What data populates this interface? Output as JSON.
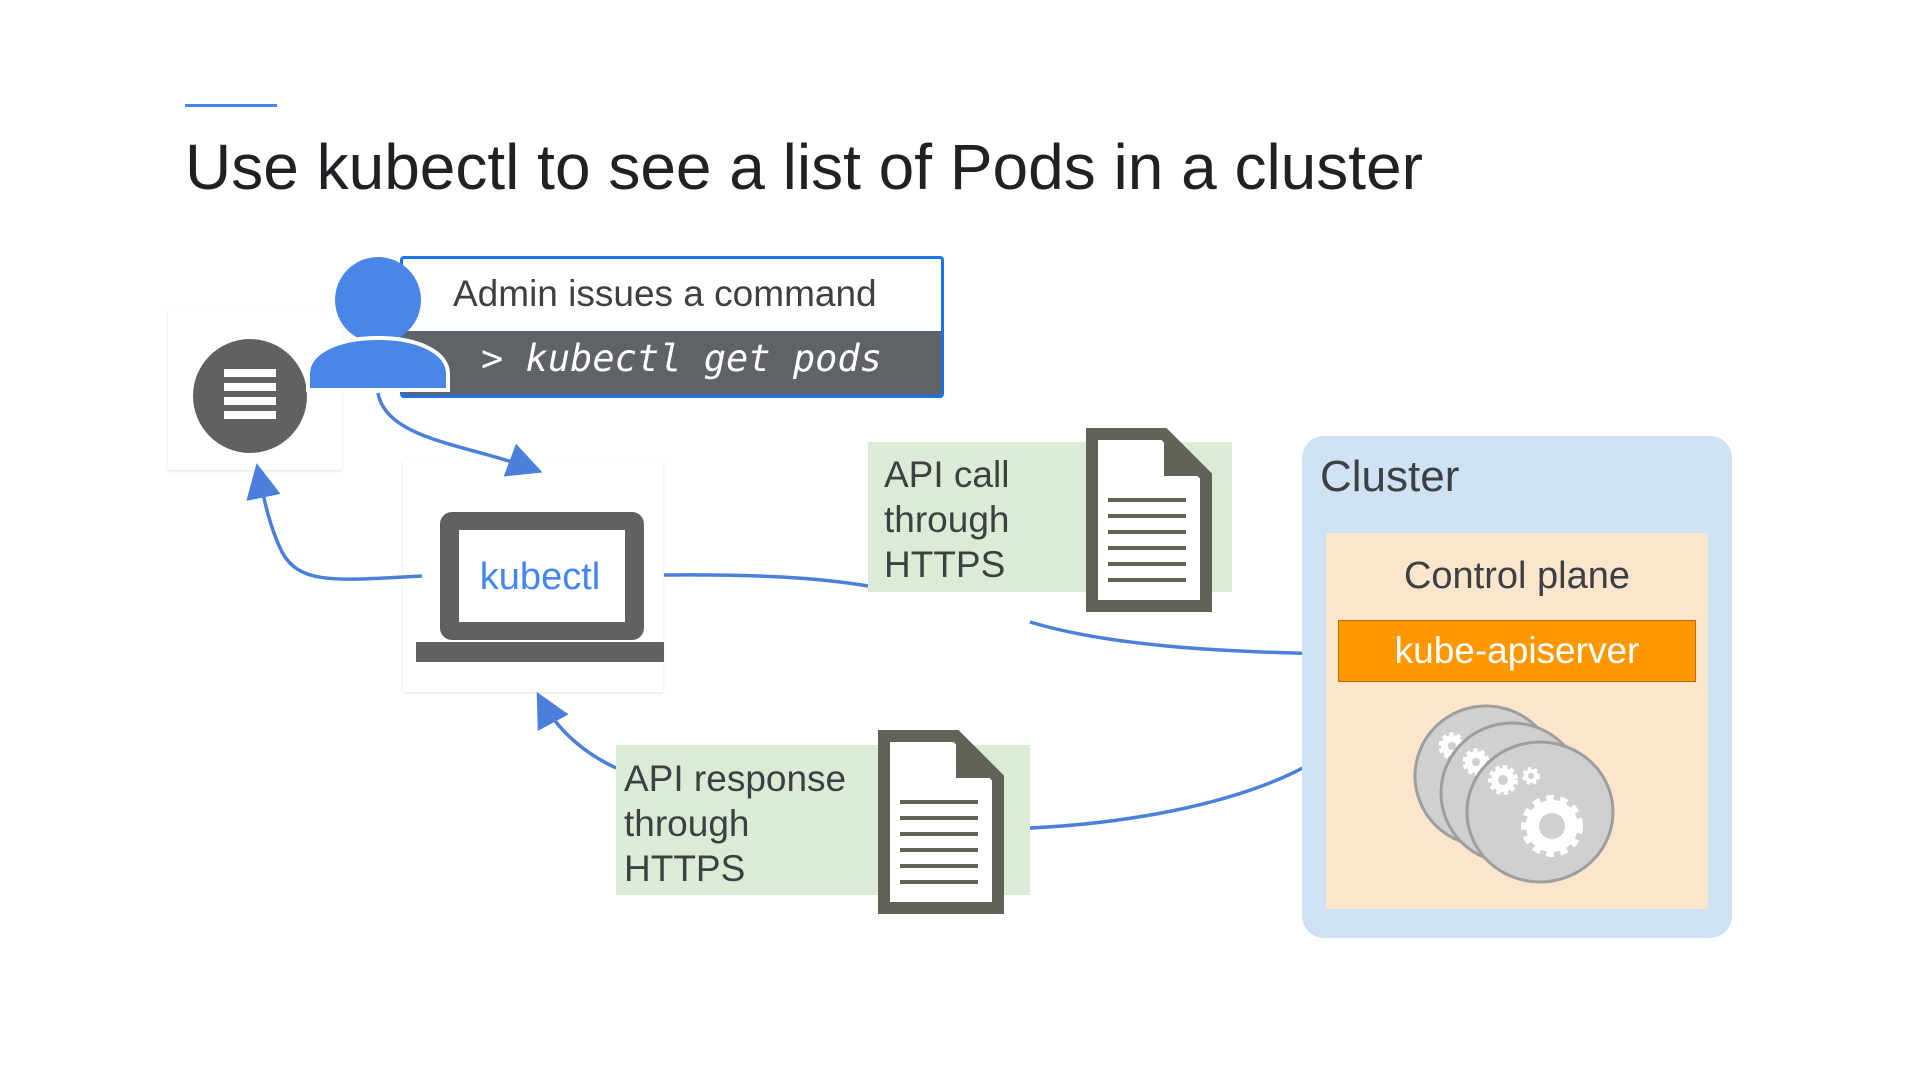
{
  "slide": {
    "title": "Use kubectl to see a list of Pods in a cluster",
    "accent_color": "#4285f4"
  },
  "admin": {
    "caption": "Admin issues a command",
    "command": "> kubectl get pods",
    "icon": "person-icon",
    "output_icon": "list-output-icon"
  },
  "client": {
    "label": "kubectl",
    "icon": "laptop-icon"
  },
  "api_call": {
    "lines": [
      "API call",
      "through",
      "HTTPS"
    ],
    "icon": "document-icon"
  },
  "api_response": {
    "lines": [
      "API response",
      "through",
      "HTTPS"
    ],
    "icon": "document-icon"
  },
  "cluster": {
    "label": "Cluster",
    "control_plane_label": "Control plane",
    "apiserver_label": "kube-apiserver",
    "components_icon": "gears-stack-icon"
  },
  "colors": {
    "arrow": "#4a7fdc",
    "note_bg": "#dcebd5",
    "cluster_bg": "#cfe2f3",
    "control_plane_bg": "#fce5cd",
    "apiserver_bg": "#ff9800",
    "icon_gray": "#616161"
  }
}
